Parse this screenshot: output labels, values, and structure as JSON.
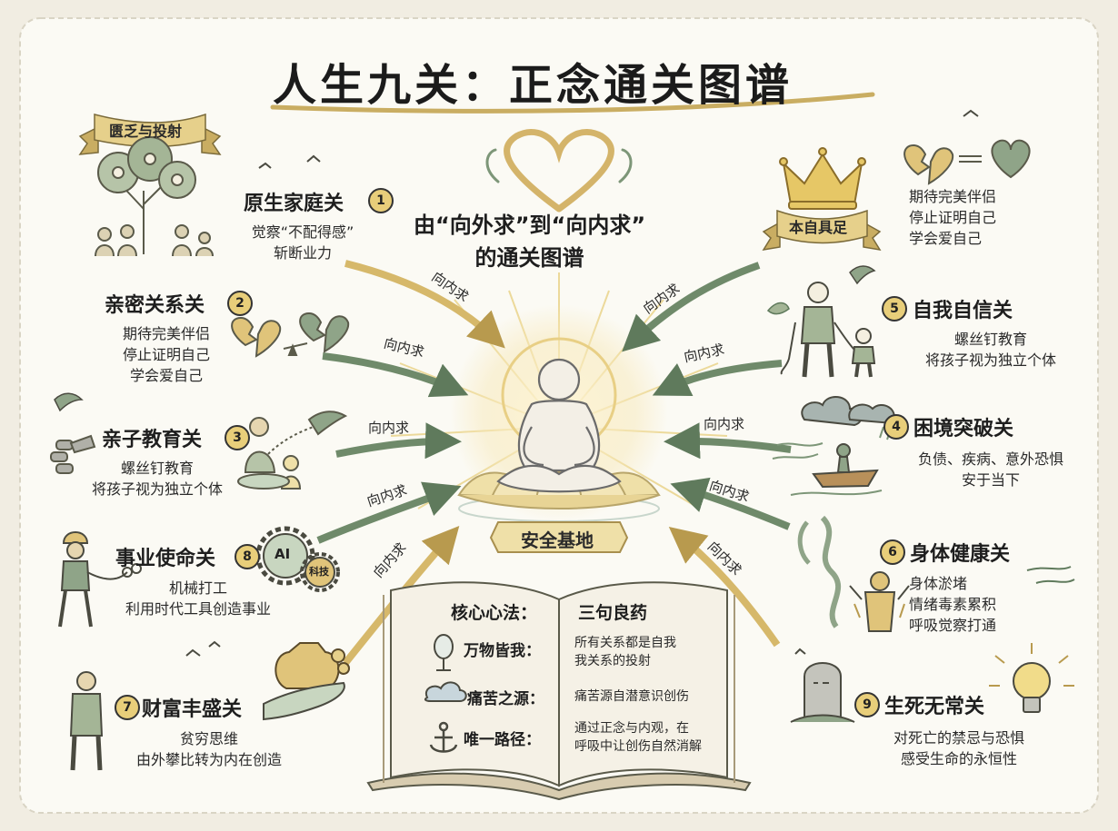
{
  "title": "人生九关：正念通关图谱",
  "center_question": [
    "由“向外求”到“向内求”",
    "的通关图谱"
  ],
  "arrow_label": "向内求",
  "base_label": "安全基地",
  "banners": {
    "left": "匮乏与投射",
    "right": "本自具足"
  },
  "top_right_note": [
    "期待完美伴侣",
    "停止证明自己",
    "学会爱自己"
  ],
  "gates": {
    "g1": {
      "name": "原生家庭关",
      "num": "1",
      "lines": [
        "觉察“不配得感”",
        "斩断业力"
      ]
    },
    "g2": {
      "name": "亲密关系关",
      "num": "2",
      "lines": [
        "期待完美伴侣",
        "停止证明自己",
        "学会爱自己"
      ]
    },
    "g3": {
      "name": "亲子教育关",
      "num": "3",
      "lines": [
        "螺丝钉教育",
        "将孩子视为独立个体"
      ]
    },
    "g8": {
      "name": "事业使命关",
      "num": "8",
      "lines": [
        "机械打工",
        "利用时代工具创造事业"
      ]
    },
    "g7": {
      "name": "财富丰盛关",
      "num": "7",
      "lines": [
        "贫穷思维",
        "由外攀比转为内在创造"
      ]
    },
    "g5": {
      "name": "自我自信关",
      "num": "5",
      "lines": [
        "螺丝钉教育",
        "将孩子视为独立个体"
      ]
    },
    "g4": {
      "name": "困境突破关",
      "num": "4",
      "lines": [
        "负债、疾病、意外恐惧",
        "安于当下"
      ]
    },
    "g6": {
      "name": "身体健康关",
      "num": "6",
      "lines": [
        "身体淤堵",
        "情绪毒素累积",
        "呼吸觉察打通"
      ]
    },
    "g9": {
      "name": "生死无常关",
      "num": "9",
      "lines": [
        "对死亡的禁忌与恐惧",
        "感受生命的永恒性"
      ]
    }
  },
  "ai_gear": {
    "ai": "AI",
    "tech": "科技"
  },
  "book": {
    "left_heading": "核心心法：",
    "right_heading": "三句良药",
    "rows": [
      {
        "key": "万物皆我：",
        "value": [
          "所有关系都是自我",
          "我关系的投射"
        ]
      },
      {
        "key": "痛苦之源：",
        "value": [
          "痛苦源自潜意识创伤"
        ]
      },
      {
        "key": "唯一路径：",
        "value": [
          "通过正念与内观，在",
          "呼吸中让创伤自然消解"
        ]
      }
    ]
  },
  "colors": {
    "paper": "#fbfaf4",
    "border": "#f1ede2",
    "gold": "#e0c47a",
    "gold_dark": "#b89a4e",
    "sage": "#8fa488",
    "sage_dark": "#5f7a5c",
    "ink": "#2a2a2a"
  },
  "icons": [
    "family-tree-icon",
    "heart-arrows-icon",
    "broken-heart-icon",
    "crown-icon",
    "meditation-figure-icon",
    "lotus-icon",
    "kite-bird-icon",
    "chain-icon",
    "worker-icon",
    "gear-icon",
    "money-bag-icon",
    "hand-icon",
    "parent-child-icon",
    "storm-boat-icon",
    "wind-body-icon",
    "tombstone-icon",
    "lightbulb-icon",
    "mirror-icon",
    "cloud-icon",
    "anchor-icon",
    "open-book-icon",
    "bird-icon",
    "leaf-icon"
  ]
}
